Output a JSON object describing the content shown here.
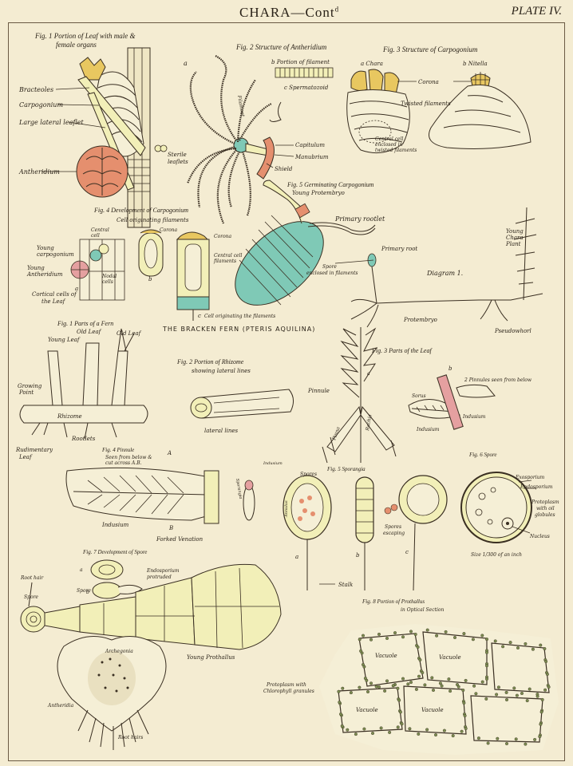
{
  "header": {
    "title": "CHARA—Cont",
    "title_super": "d",
    "plate": "PLATE IV."
  },
  "chara": {
    "fig1": {
      "caption1": "Fig. 1  Portion of Leaf with male &",
      "caption2": "female organs",
      "bracteoles": "Bracteoles",
      "carpogonium": "Carpogonium",
      "large_lateral": "Large lateral leaflet",
      "antheridium": "Antheridium",
      "sterile": "Sterile",
      "leaflets": "leaflets"
    },
    "fig2": {
      "caption": "Fig. 2  Structure of Antheridium",
      "a": "a",
      "b": "b  Portion of filament",
      "c": "c  Spermatozoid",
      "filament": "Filament",
      "capitulum": "Capitulum",
      "manubrium": "Manubrium",
      "shield": "Shield"
    },
    "fig3": {
      "caption": "Fig. 3  Structure of Carpogonium",
      "a_chara": "a  Chara",
      "b_nitella": "b  Nitella",
      "corona": "Corona",
      "twisted": "Twisted filaments",
      "central1": "Central cell",
      "central2": "enclosed in",
      "central3": "twisted filaments"
    },
    "fig4": {
      "caption": "Fig. 4  Development of Carpogonium",
      "cell_orig": "Cell originating filaments",
      "central": "Central",
      "cell": "cell",
      "corona1": "Corona",
      "corona2": "Corona",
      "young_carp1": "Young",
      "young_carp2": "carpogonium",
      "young_anth1": "Young",
      "young_anth2": "Antheridium",
      "cortical1": "Cortical cells of",
      "cortical2": "the Leaf",
      "nodal": "Nodal",
      "nodal2": "cells",
      "a": "a",
      "b": "b",
      "c": "c",
      "central_cell": "Central cell",
      "filaments": "filaments",
      "cell_orig2": "Cell originating the filaments"
    },
    "fig5": {
      "caption1": "Fig. 5  Germinating Carpogonium",
      "caption2": "Young Protembryo",
      "primary_rootlet": "Primary rootlet",
      "primary_root": "Primary root",
      "spore1": "Spore",
      "spore2": "enclosed in filaments",
      "diagram": "Diagram 1.",
      "young_plant1": "Young",
      "young_plant2": "Chara",
      "young_plant3": "Plant",
      "protembryo": "Protembryo",
      "pseudowhorl": "Pseudowhorl"
    }
  },
  "fern": {
    "section_title": "THE BRACKEN FERN  (PTERIS AQUILINA)",
    "fig1": {
      "caption": "Fig. 1  Parts of a Fern",
      "old_leaf1": "Old Leaf",
      "old_leaf2": "Old Leaf",
      "young_leaf": "Young Leaf",
      "growing1": "Growing",
      "growing2": "Point",
      "rhizome": "Rhizome",
      "rootlets": "Rootlets",
      "rudimentary1": "Rudimentary",
      "rudimentary2": "Leaf"
    },
    "fig2": {
      "caption1": "Fig. 2  Portion of Rhizome",
      "caption2": "showing lateral lines",
      "lateral": "lateral lines"
    },
    "fig3": {
      "caption": "Fig. 3  Parts of the Leaf",
      "pinnule": "Pinnule",
      "pinna": "Pinna",
      "rachis": "Rachis",
      "b": "b",
      "pinnules_below": "2 Pinnules seen from below",
      "sorus": "Sorus",
      "indusium1": "Indusium",
      "indusium2": "Indusium",
      "a": "a"
    },
    "fig4": {
      "caption1": "Fig. 4  Pinnule",
      "caption2": "Seen from below &",
      "caption3": "cut across A.B.",
      "A": "A",
      "B": "B",
      "indusium": "Indusium",
      "forked": "Forked Venation"
    },
    "fig5": {
      "caption": "Fig. 5  Sporangia",
      "sporangia_small": "Sporangia",
      "spores": "Spores",
      "indusium": "Indusium",
      "annulus": "Annulus",
      "spores_escaping1": "Spores",
      "spores_escaping2": "escaping",
      "stalk": "Stalk",
      "a": "a",
      "b": "b",
      "c": "c"
    },
    "fig6": {
      "caption": "Fig. 6  Spore",
      "exosporium": "Exosporium",
      "endosporium": "Endosporium",
      "protoplasm1": "Protoplasm",
      "protoplasm2": "with oil",
      "protoplasm3": "globules",
      "nucleus": "Nucleus",
      "size": "Size  1/300  of an inch"
    },
    "fig7": {
      "caption": "Fig. 7  Development of Spore",
      "a": "a",
      "b": "b",
      "endosporium1": "Endosporium",
      "endosporium2": "protruded",
      "root_hair": "Root hair",
      "spore1": "Spore",
      "spore2": "Spore",
      "young_prothallus": "Young Prothallus",
      "archegonia": "Archegonia",
      "antheridia": "Antheridia",
      "root_hairs": "Root hairs"
    },
    "fig8": {
      "caption1": "Fig. 8  Portion of Prothallus",
      "caption2": "in Optical Section",
      "vacuole1": "Vacuole",
      "vacuole2": "Vacuole",
      "vacuole3": "Vacuole",
      "vacuole4": "Vacuole",
      "protoplasm1": "Protoplasm with",
      "protoplasm2": "Chlorophyll granules"
    }
  },
  "colors": {
    "paper": "#f4ecd2",
    "ink": "#3a2f22",
    "yellow": "#e8c760",
    "salmon": "#e58f6e",
    "teal": "#7fc9b6",
    "pale_yellow": "#f2efb8",
    "pink": "#e5a0a0"
  }
}
